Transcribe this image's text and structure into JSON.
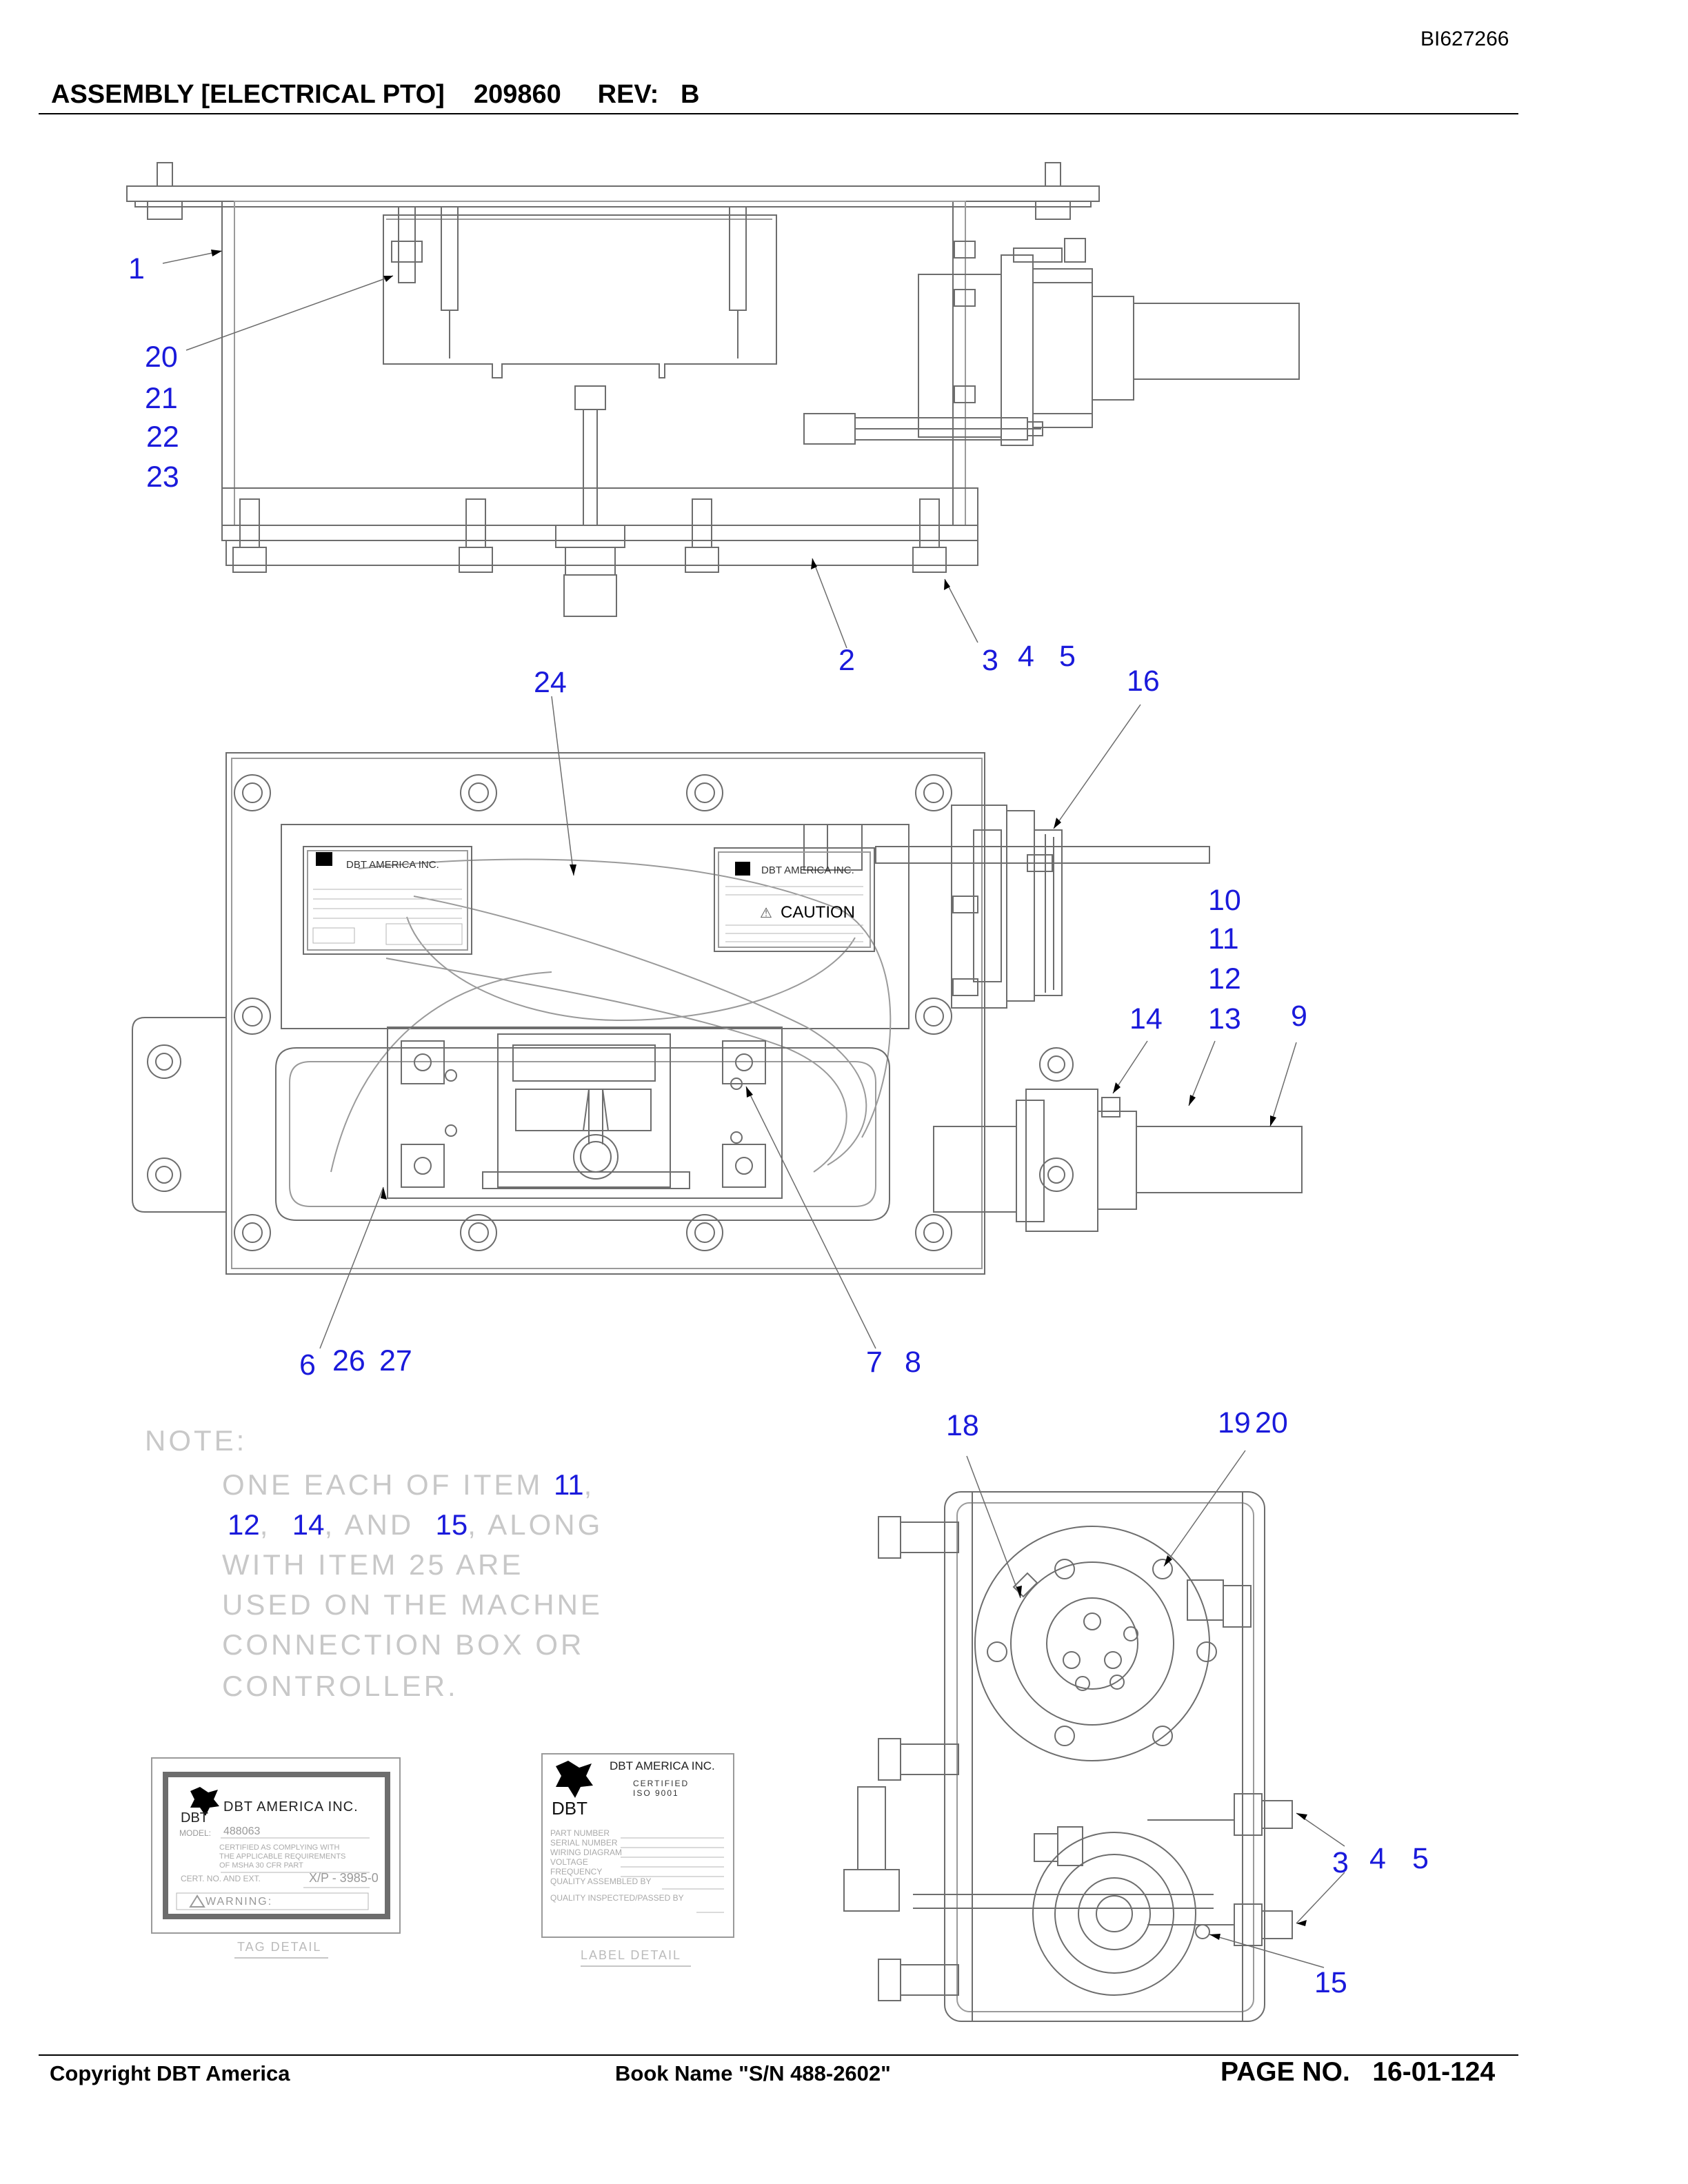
{
  "document": {
    "doc_id": "BI627266",
    "header": {
      "title": "ASSEMBLY [ELECTRICAL PTO]",
      "part_number": "209860",
      "rev_label": "REV:",
      "rev_value": "B"
    },
    "footer": {
      "copyright": "Copyright DBT America",
      "book_name": "Book Name \"S/N 488-2602\"",
      "page_label": "PAGE NO.",
      "page_number": "16-01-124"
    }
  },
  "callouts": {
    "c1": "1",
    "c20a": "20",
    "c21": "21",
    "c22": "22",
    "c23": "23",
    "c2": "2",
    "c3a": "3",
    "c4a": "4",
    "c5a": "5",
    "c24": "24",
    "c16": "16",
    "c10": "10",
    "c11": "11",
    "c12": "12",
    "c13": "13",
    "c14": "14",
    "c9": "9",
    "c6": "6",
    "c26": "26",
    "c27": "27",
    "c7": "7",
    "c8": "8",
    "c18": "18",
    "c19": "19",
    "c20b": "20",
    "c3b": "3",
    "c4b": "4",
    "c5b": "5",
    "c15": "15"
  },
  "note": {
    "heading": "NOTE:",
    "line1_prefix": "ONE EACH OF ITEM",
    "line1_num": "11",
    "line1_suffix": ",",
    "line2_num1": "12",
    "line2_sep1": ",",
    "line2_num2": "14",
    "line2_mid": ", AND",
    "line2_num3": "15",
    "line2_suffix": ", ALONG",
    "line3": "WITH ITEM 25 ARE",
    "line4": "USED ON THE MACHNE",
    "line5": "CONNECTION BOX OR",
    "line6": "CONTROLLER."
  },
  "plates": {
    "caution": "CAUTION",
    "company": "DBT AMERICA INC.",
    "company_short": "DBT",
    "certified": "CERTIFIED",
    "iso": "ISO 9001",
    "tag_caption": "TAG DETAIL",
    "label_caption": "LABEL DETAIL",
    "warning": "WARNING:",
    "model_label": "MODEL:",
    "model_value": "488063",
    "cert_text1": "CERTIFIED AS COMPLYING WITH",
    "cert_text2": "THE APPLICABLE REQUIREMENTS",
    "cert_text3": "OF MSHA 30 CFR PART",
    "cert_no_label": "CERT. NO. AND EXT.",
    "cert_no_value": "X/P - 3985-0",
    "label_fields": [
      "PART NUMBER",
      "SERIAL NUMBER",
      "WIRING DIAGRAM",
      "VOLTAGE",
      "FREQUENCY",
      "QUALITY ASSEMBLED BY",
      "QUALITY INSPECTED/PASSED BY"
    ]
  }
}
